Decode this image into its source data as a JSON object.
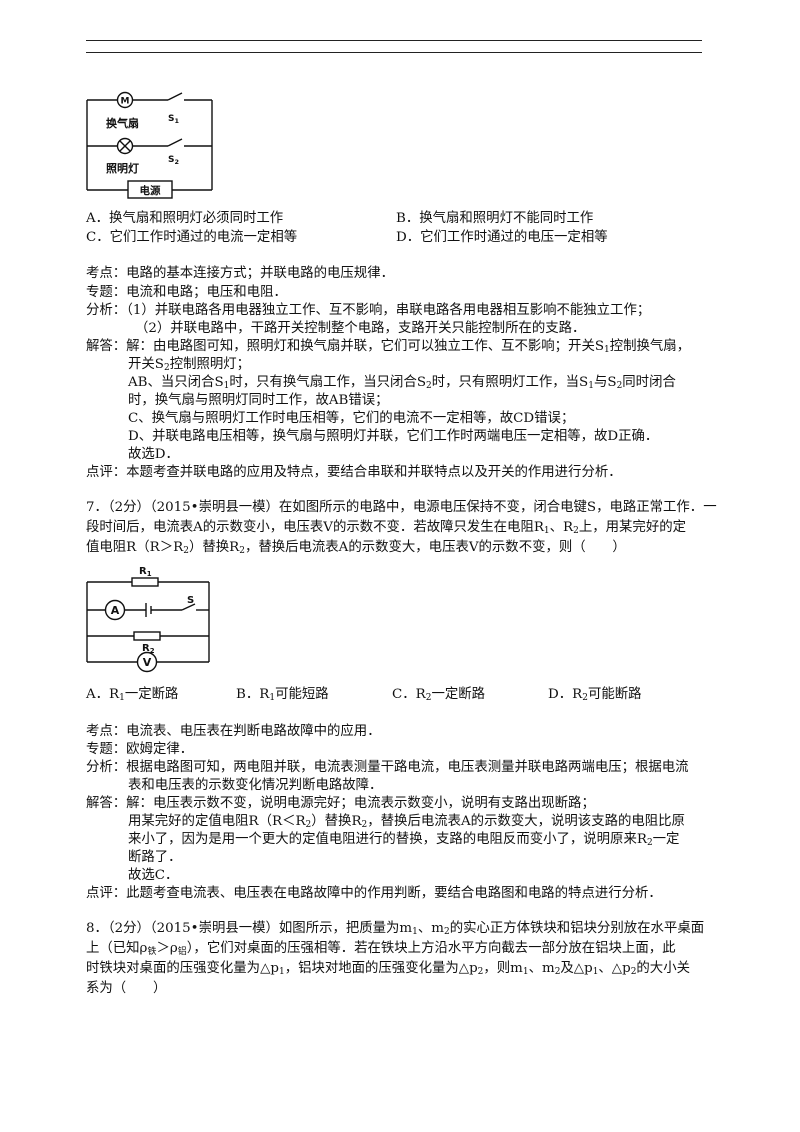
{
  "fig1": {
    "fan_label": "换气扇",
    "lamp_label": "照明灯",
    "power_label": "电源",
    "s1_label": "S",
    "s1_sub": "1",
    "s2_label": "S",
    "s2_sub": "2",
    "motor_symbol": "M"
  },
  "q6": {
    "option_a": "A．换气扇和照明灯必须同时工作",
    "option_b": "B．换气扇和照明灯不能同时工作",
    "option_c": "C．它们工作时通过的电流一定相等",
    "option_d": "D．它们工作时通过的电压一定相等",
    "kaodian": "考点：电路的基本连接方式；并联电路的电压规律．",
    "zhuanti": "专题：电流和电路；电压和电阻．",
    "fenxi_1": "分析：（1）并联电路各用电器独立工作、互不影响，串联电路各用电器相互影响不能独立工作；",
    "fenxi_2": "（2）并联电路中，干路开关控制整个电路，支路开关只能控制所在的支路．",
    "jieda_1": "解答：解：由电路图可知，照明灯和换气扇并联，它们可以独立工作、互不影响；开关S",
    "jieda_1_sub": "1",
    "jieda_1_tail": "控制换气扇，",
    "jieda_2": "开关S",
    "jieda_2_sub": "2",
    "jieda_2_tail": "控制照明灯；",
    "jieda_3a": "AB、当只闭合S",
    "jieda_3a_sub": "1",
    "jieda_3b": "时，只有换气扇工作，当只闭合S",
    "jieda_3b_sub": "2",
    "jieda_3c": "时，只有照明灯工作，当S",
    "jieda_3c_sub": "1",
    "jieda_3d": "与S",
    "jieda_3d_sub": "2",
    "jieda_3e": "同时闭合",
    "jieda_4": "时，换气扇与照明灯同时工作，故AB错误；",
    "jieda_5": "C、换气扇与照明灯工作时电压相等，它们的电流不一定相等，故CD错误；",
    "jieda_6": "D、并联电路电压相等，换气扇与照明灯并联，它们工作时两端电压一定相等，故D正确．",
    "jieda_7": "故选D．",
    "dianping": "点评：本题考查并联电路的应用及特点，要结合串联和并联特点以及开关的作用进行分析．"
  },
  "q7": {
    "stem_1a": "7．（2分）（2015•崇明县一模）在如图所示的电路中，电源电压保持不变，闭合电键S，电路正常工作．一",
    "stem_2a": "段时间后，电流表A的示数变小，电压表V的示数不变．若故障只发生在电阻R",
    "stem_2a_sub": "1",
    "stem_2b": "、R",
    "stem_2b_sub": "2",
    "stem_2c": "上，用某完好的定",
    "stem_3a": "值电阻R（R＞R",
    "stem_3a_sub": "2",
    "stem_3b": "）替换R",
    "stem_3b_sub": "2",
    "stem_3c": "，替换后电流表A的示数变大，电压表V的示数不变，则（　　）",
    "fig_r1": "R",
    "fig_r1_sub": "1",
    "fig_r2": "R",
    "fig_r2_sub": "2",
    "fig_s": "S",
    "fig_a": "A",
    "fig_v": "V",
    "option_a": "A．R",
    "option_a_sub": "1",
    "option_a_tail": "一定断路",
    "option_b": "B．R",
    "option_b_sub": "1",
    "option_b_tail": "可能短路",
    "option_c": "C．R",
    "option_c_sub": "2",
    "option_c_tail": "一定断路",
    "option_d": "D．R",
    "option_d_sub": "2",
    "option_d_tail": "可能断路",
    "kaodian": "考点：电流表、电压表在判断电路故障中的应用．",
    "zhuanti": "专题：欧姆定律．",
    "fenxi_1": "分析：根据电路图可知，两电阻并联，电流表测量干路电流，电压表测量并联电路两端电压；根据电流",
    "fenxi_2": "表和电压表的示数变化情况判断电路故障．",
    "jieda_1": "解答：解：电压表示数不变，说明电源完好；电流表示数变小，说明有支路出现断路；",
    "jieda_2a": "用某完好的定值电阻R（R＜R",
    "jieda_2a_sub": "2",
    "jieda_2b": "）替换R",
    "jieda_2b_sub": "2",
    "jieda_2c": "，替换后电流表A的示数变大，说明该支路的电阻比原",
    "jieda_3a": "来小了，因为是用一个更大的定值电阻进行的替换，支路的电阻反而变小了，说明原来R",
    "jieda_3a_sub": "2",
    "jieda_3b": "一定",
    "jieda_4": "断路了．",
    "jieda_5": "故选C．",
    "dianping": "点评：此题考查电流表、电压表在电路故障中的作用判断，要结合电路图和电路的特点进行分析．"
  },
  "q8": {
    "stem_1a": "8．（2分）（2015•崇明县一模）如图所示，把质量为m",
    "stem_1a_sub": "1",
    "stem_1b": "、m",
    "stem_1b_sub": "2",
    "stem_1c": "的实心正方体铁块和铝块分别放在水平桌面",
    "stem_2a": "上（已知ρ",
    "stem_2a_sub": "铁",
    "stem_2b": "＞ρ",
    "stem_2b_sub": "铝",
    "stem_2c": "），它们对桌面的压强相等．若在铁块上方沿水平方向截去一部分放在铝块上面，此",
    "stem_3a": "时铁块对桌面的压强变化量为△p",
    "stem_3a_sub": "1",
    "stem_3b": "，铝块对地面的压强变化量为△p",
    "stem_3b_sub": "2",
    "stem_3c": "，则m",
    "stem_3c_sub": "1",
    "stem_3d": "、m",
    "stem_3d_sub": "2",
    "stem_3e": "及△p",
    "stem_3e_sub": "1",
    "stem_3f": "、△p",
    "stem_3f_sub": "2",
    "stem_3g": "的大小关",
    "stem_4": "系为（　　）"
  }
}
